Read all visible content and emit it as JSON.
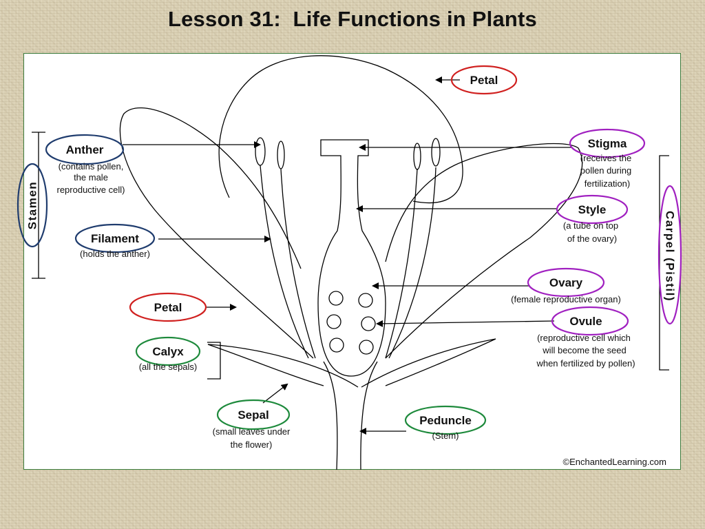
{
  "title": "Lesson 31:  Life Functions in Plants",
  "labels": {
    "petal_top": {
      "name": "Petal"
    },
    "anther": {
      "name": "Anther",
      "desc": [
        "(contains pollen,",
        "the male",
        "reproductive cell)"
      ]
    },
    "filament": {
      "name": "Filament",
      "desc": [
        "(holds the anther)"
      ]
    },
    "petal_left": {
      "name": "Petal"
    },
    "calyx": {
      "name": "Calyx",
      "desc": [
        "(all the sepals)"
      ]
    },
    "sepal": {
      "name": "Sepal",
      "desc": [
        "(small leaves under",
        "the flower)"
      ]
    },
    "stigma": {
      "name": "Stigma",
      "desc": [
        "(receives the",
        "pollen during",
        "fertilization)"
      ]
    },
    "style": {
      "name": "Style",
      "desc": [
        "(a tube on top",
        "of the ovary)"
      ]
    },
    "ovary": {
      "name": "Ovary",
      "desc": [
        "(female reproductive organ)"
      ]
    },
    "ovule": {
      "name": "Ovule",
      "desc": [
        "(reproductive cell which",
        "will become the seed",
        "when fertilized by pollen)"
      ]
    },
    "peduncle": {
      "name": "Peduncle",
      "desc": [
        "(Stem)"
      ]
    }
  },
  "groups": {
    "stamen": "Stamen",
    "carpel": "Carpel (Pistil)"
  },
  "credit": "©EnchantedLearning.com",
  "colors": {
    "blue": "#1f3c6e",
    "red": "#d0201f",
    "green": "#1e8a3c",
    "purple": "#a020c0"
  }
}
